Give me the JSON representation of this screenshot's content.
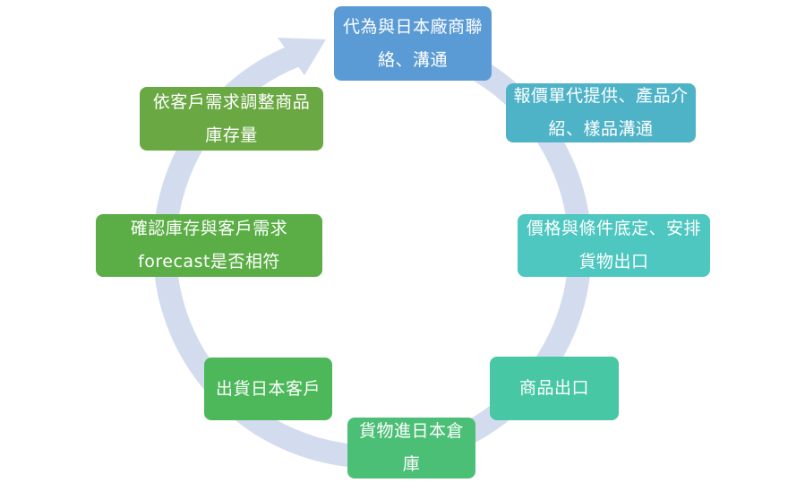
{
  "diagram": {
    "type": "cycle",
    "ring_color": "#d3dcef",
    "steps": [
      {
        "text": "代為與日本廠商聯絡、溝通",
        "color": "#5b9bd5"
      },
      {
        "text": "報價單代提供、產品介紹、樣品溝通",
        "color": "#4fb3c8"
      },
      {
        "text": "價格與條件底定、安排貨物出口",
        "color": "#4dc7c0"
      },
      {
        "text": "商品出口",
        "color": "#47c7a3"
      },
      {
        "text": "貨物進日本倉庫",
        "color": "#4cbf76"
      },
      {
        "text": "出貨日本客戶",
        "color": "#4cb85a"
      },
      {
        "text": "確認庫存與客戶需求forecast是否相符",
        "color": "#5aae45"
      },
      {
        "text": "依客戶需求調整商品庫存量",
        "color": "#6aa843"
      }
    ]
  }
}
